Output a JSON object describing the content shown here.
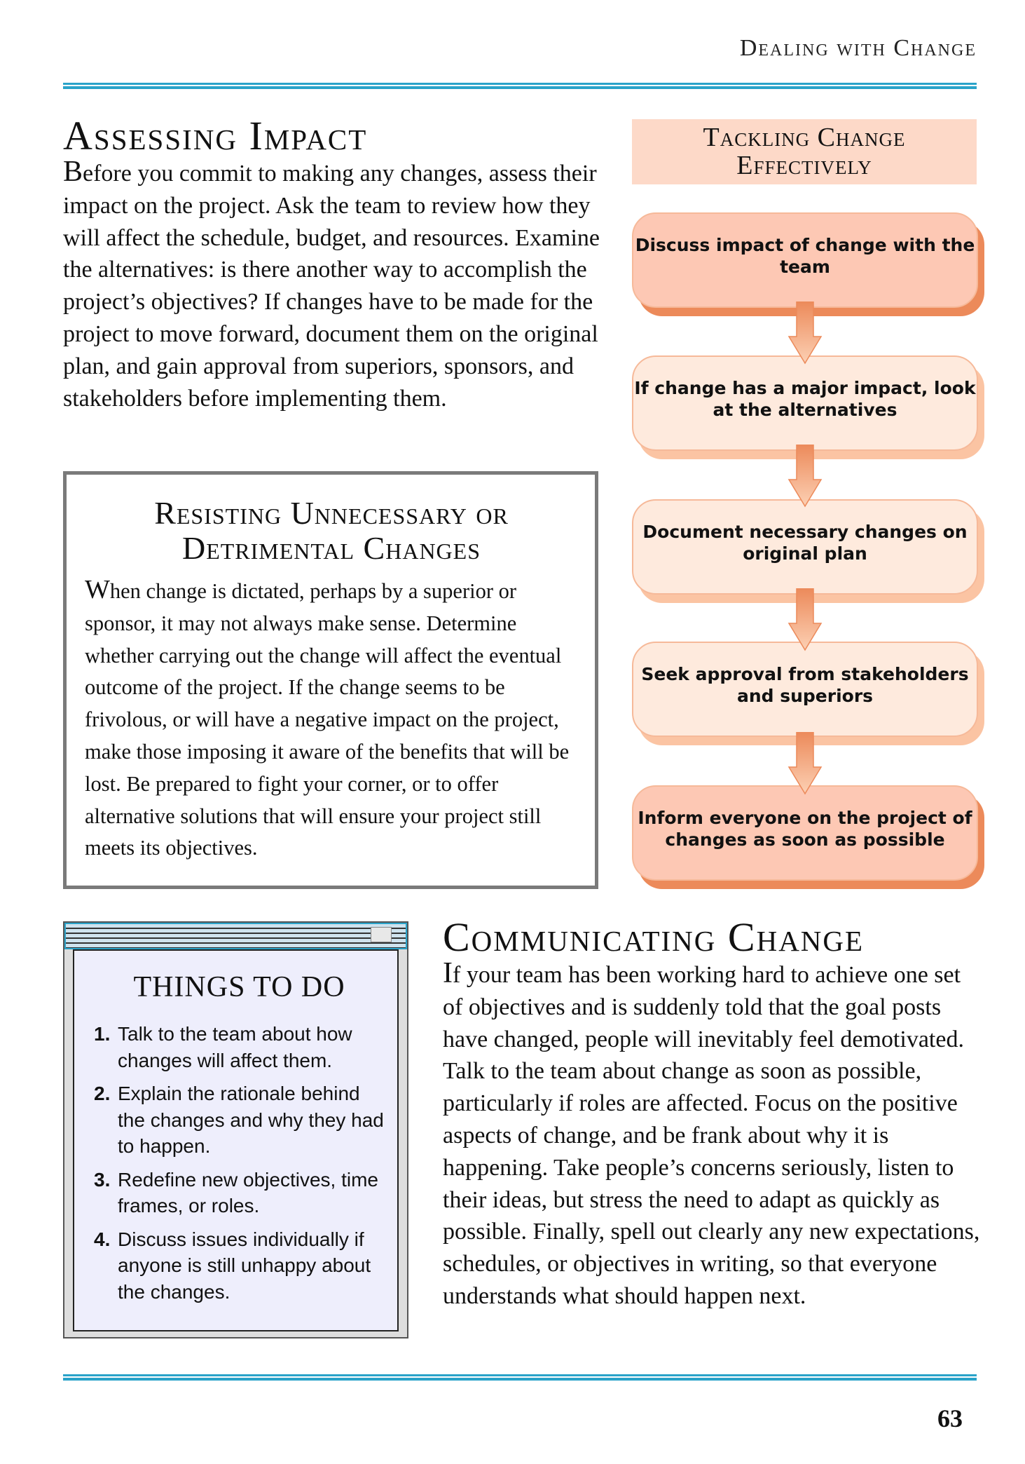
{
  "running_head": "Dealing with Change",
  "page_number": "63",
  "assessing": {
    "title": "Assessing Impact",
    "drop": "B",
    "text": "efore you commit to making any changes, assess their impact on the project. Ask the team to review how they will affect the schedule, budget, and resources. Examine the alternatives: is there another way to accomplish the project’s objectives? If changes have to be made for the project to move forward, document them on the original plan, and gain approval from superiors, sponsors, and stakeholders before implementing them."
  },
  "resisting": {
    "title": "Resisting Unnecessary or Detrimental Changes",
    "drop": "W",
    "text": "hen change is dictated, perhaps by a superior or sponsor, it may not always make sense. Determine whether carrying out the change will affect the eventual outcome of the project. If the change seems to be frivolous, or will have a negative impact on the project, make those imposing it aware of the benefits that will be lost. Be prepared to fight your corner, or to offer alternative solutions that will ensure your project still meets its objectives."
  },
  "flow": {
    "title": "Tackling Change Effectively",
    "steps": [
      "Discuss impact of change with the team",
      "If change has a major impact, look at the alternatives",
      "Document necessary changes on original plan",
      "Seek approval from stakeholders and superiors",
      "Inform everyone on the project of changes as soon as possible"
    ]
  },
  "todo": {
    "title": "THINGS TO DO",
    "items": [
      {
        "n": "1.",
        "t": "Talk to the team about how changes will affect them."
      },
      {
        "n": "2.",
        "t": "Explain the rationale behind the changes and why they had to happen."
      },
      {
        "n": "3.",
        "t": "Redefine new objectives, time frames, or roles."
      },
      {
        "n": "4.",
        "t": "Discuss issues individually if anyone is still unhappy about the changes."
      }
    ]
  },
  "communicating": {
    "title": "Communicating Change",
    "drop": "I",
    "text": "f your team has been working hard to achieve one set of objectives and is suddenly told that the goal posts have changed, people will inevitably feel demotivated. Talk to the team about change as soon as possible, particularly if roles are affected. Focus on the positive aspects of change, and be frank about why it is happening. Take people’s concerns seriously, listen to their ideas, but stress the need to adapt as quickly as possible. Finally, spell out clearly any new expectations, schedules, or objectives in writing, so that everyone understands what should happen next."
  }
}
